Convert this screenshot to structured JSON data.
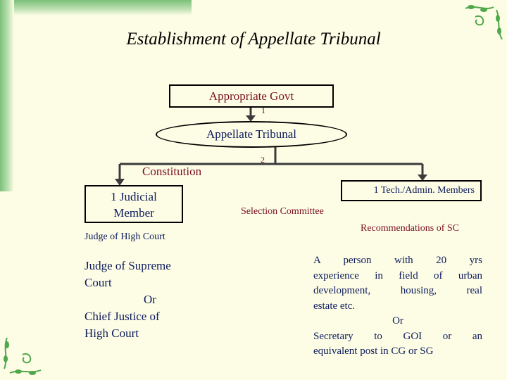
{
  "title": "Establishment of Appellate Tribunal",
  "nodes": {
    "govt": "Appropriate Govt",
    "tribunal": "Appellate Tribunal",
    "constitution": "Constitution",
    "judicial": [
      "1 Judicial",
      "Member"
    ],
    "tech": "1 Tech./Admin. Members",
    "selection": "Selection Committee",
    "recommendations": "Recommendations of SC",
    "judge_hc": "Judge of High Court",
    "judge_sc": [
      "Judge of Supreme",
      "Court",
      "Or",
      "Chief Justice of",
      "High Court"
    ],
    "person": [
      "A person with 20 yrs",
      "experience in field of urban",
      "development, housing, real",
      "estate etc.",
      "Or",
      "Secretary to GOI or an",
      "equivalent post in CG or SG"
    ]
  },
  "step_labels": [
    "1",
    "2"
  ],
  "colors": {
    "background": "#fdfde6",
    "maroon": "#7a0f1c",
    "navy": "#0c1a5c",
    "arrow": "#3a3a3a",
    "leaf": "#4fa84a"
  },
  "icons": [
    "leaf-ornament-icon"
  ]
}
